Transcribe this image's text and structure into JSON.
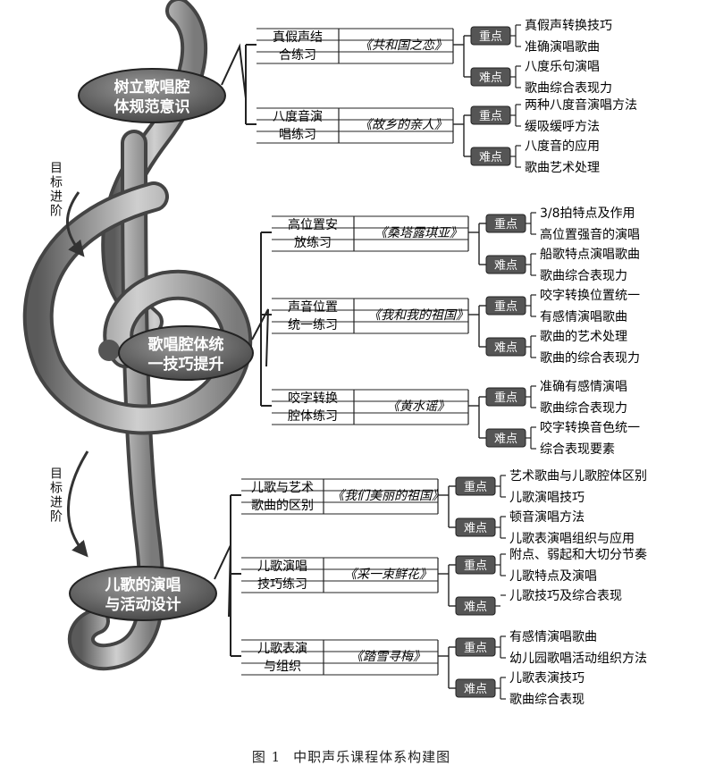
{
  "caption": {
    "number": "图 1",
    "title": "中职声乐课程体系构建图"
  },
  "progress_label": "目标进阶",
  "key_label": "重点",
  "difficulty_label": "难点",
  "stages": [
    {
      "title": "树立歌唱腔体规范意识",
      "modules": [
        {
          "topic": "真假声结合练习",
          "song": "《共和国之恋》",
          "key_points": [
            "真假声转换技巧",
            "准确演唱歌曲"
          ],
          "difficulties": [
            "八度乐句演唱",
            "歌曲综合表现力"
          ]
        },
        {
          "topic": "八度音演唱练习",
          "song": "《故乡的亲人》",
          "key_points": [
            "两种八度音演唱方法",
            "缓吸缓呼方法"
          ],
          "difficulties": [
            "八度音的应用",
            "歌曲艺术处理"
          ]
        }
      ]
    },
    {
      "title": "歌唱腔体统一技巧提升",
      "modules": [
        {
          "topic": "高位置安放练习",
          "song": "《桑塔露琪亚》",
          "key_points": [
            "3/8拍特点及作用",
            "高位置强音的演唱"
          ],
          "difficulties": [
            "船歌特点演唱歌曲",
            "歌曲综合表现力"
          ]
        },
        {
          "topic": "声音位置统一练习",
          "song": "《我和我的祖国》",
          "key_points": [
            "咬字转换位置统一",
            "有感情演唱歌曲"
          ],
          "difficulties": [
            "歌曲的艺术处理",
            "歌曲的综合表现力"
          ]
        },
        {
          "topic": "咬字转换腔体练习",
          "song": "《黄水谣》",
          "key_points": [
            "准确有感情演唱",
            "歌曲综合表现力"
          ],
          "difficulties": [
            "咬字转换音色统一",
            "综合表现要素"
          ]
        }
      ]
    },
    {
      "title": "儿歌的演唱与活动设计",
      "modules": [
        {
          "topic": "儿歌与艺术歌曲的区别",
          "song": "《我们美丽的祖国》",
          "key_points": [
            "艺术歌曲与儿歌腔体区别",
            "儿歌演唱技巧"
          ],
          "difficulties": [
            "顿音演唱方法",
            "儿歌表演唱组织与应用"
          ]
        },
        {
          "topic": "儿歌演唱技巧练习",
          "song": "《采一束鲜花》",
          "key_points": [
            "附点、弱起和大切分节奏",
            "儿歌特点及演唱"
          ],
          "difficulties": [
            "儿歌技巧及综合表现"
          ]
        },
        {
          "topic": "儿歌表演与组织",
          "song": "《踏雪寻梅》",
          "key_points": [
            "有感情演唱歌曲",
            "幼儿园歌唱活动组织方法"
          ],
          "difficulties": [
            "儿歌表演技巧",
            "歌曲综合表现"
          ]
        }
      ]
    }
  ]
}
